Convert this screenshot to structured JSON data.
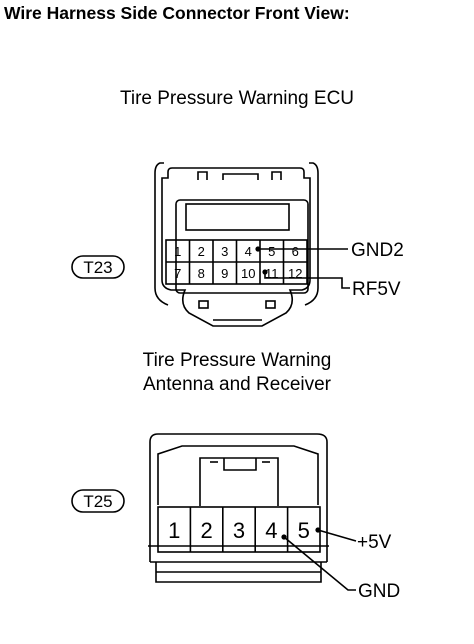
{
  "title": "Wire Harness Side Connector Front View:",
  "ecu": {
    "name": "Tire Pressure Warning ECU",
    "code": "T23",
    "pins_top": [
      "1",
      "2",
      "3",
      "4",
      "5",
      "6"
    ],
    "pins_bottom": [
      "7",
      "8",
      "9",
      "10",
      "11",
      "12"
    ],
    "labels": {
      "gnd2": "GND2",
      "rf5v": "RF5V"
    }
  },
  "antenna": {
    "name_line1": "Tire Pressure Warning",
    "name_line2": "Antenna and Receiver",
    "code": "T25",
    "pins": [
      "1",
      "2",
      "3",
      "4",
      "5"
    ],
    "labels": {
      "plus5v": "+5V",
      "gnd": "GND"
    }
  }
}
